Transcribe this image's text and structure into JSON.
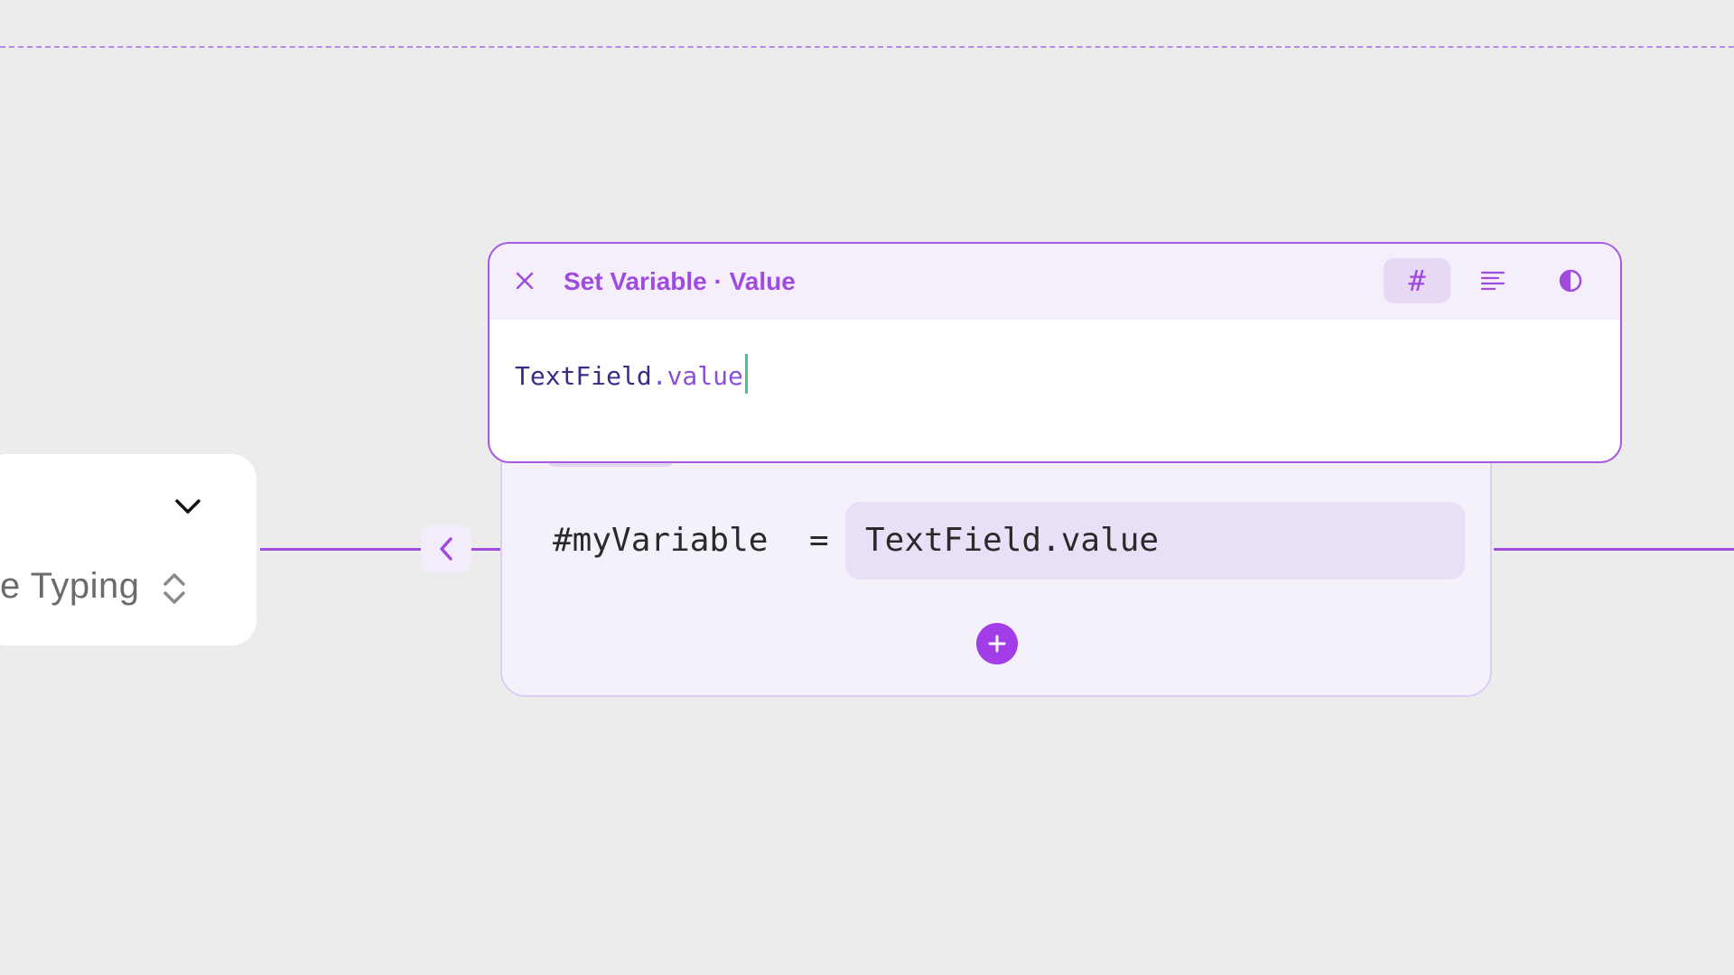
{
  "canvas": {
    "accent_color": "#a23de8",
    "background_color": "#ececec"
  },
  "trigger_card": {
    "label": "e Typing",
    "chevron_icon": "chevron-down-icon",
    "stepper_icon": "chevron-up-down-icon"
  },
  "collapse_button": {
    "icon": "chevron-left-icon"
  },
  "action_card": {
    "variable_name": "#myVariable",
    "operator": "=",
    "value_expression": "TextField.value",
    "add_icon": "plus-icon"
  },
  "editor_popover": {
    "title": "Set Variable · Value",
    "close_icon": "close-icon",
    "modes": [
      {
        "name": "number-mode",
        "glyph": "#",
        "selected": true
      },
      {
        "name": "text-mode",
        "icon": "text-align-icon",
        "selected": false
      },
      {
        "name": "contrast-mode",
        "icon": "contrast-icon",
        "selected": false
      }
    ],
    "expression_object": "TextField",
    "expression_property": ".value"
  }
}
